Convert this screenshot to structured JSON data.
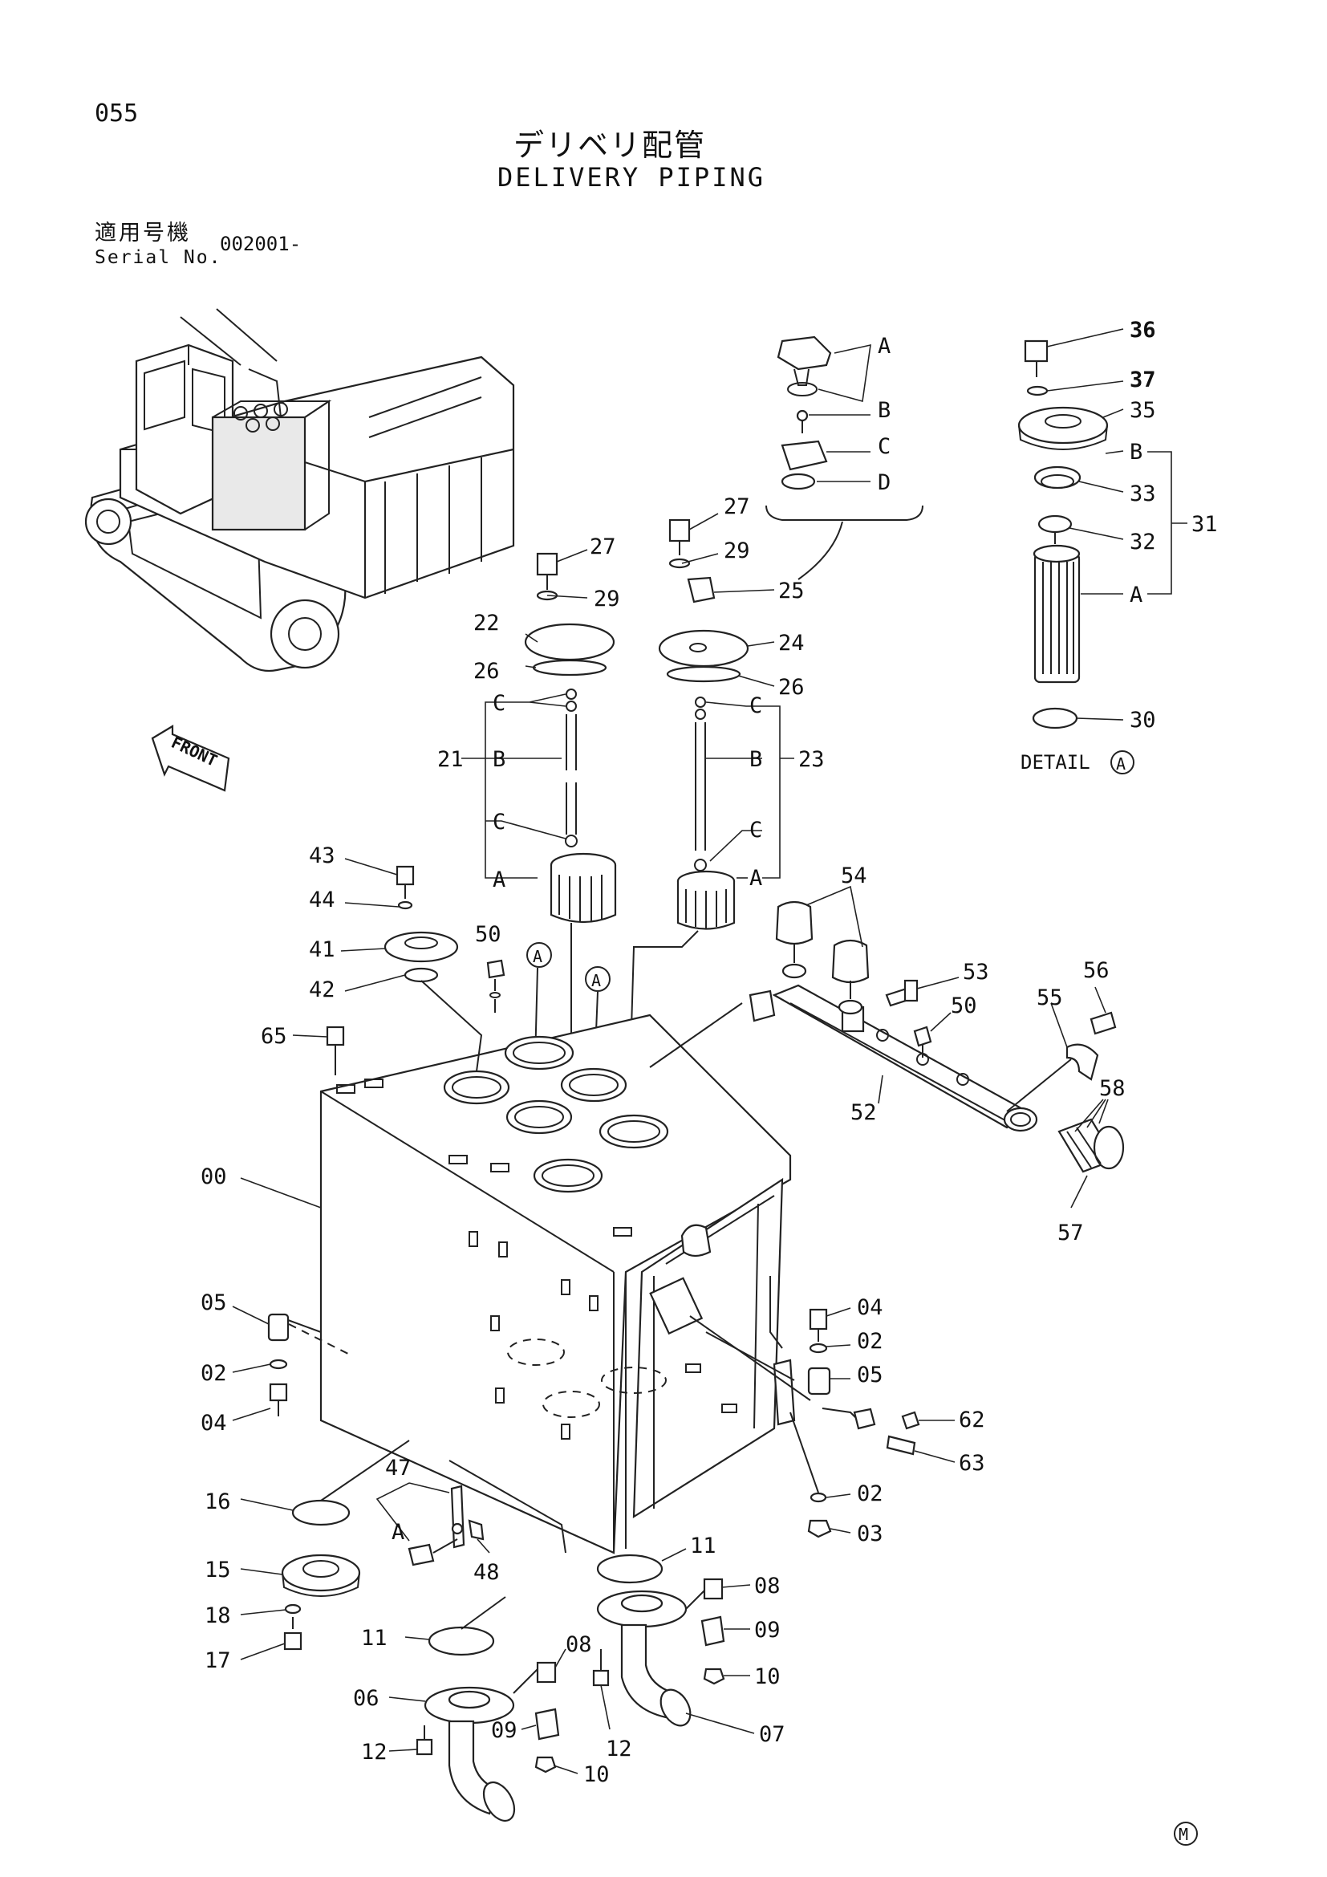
{
  "page": {
    "number": "055"
  },
  "title": {
    "japanese": "デリベリ配管",
    "english": "DELIVERY PIPING"
  },
  "serial": {
    "label_jp": "適用号機",
    "label_en": "Serial No.",
    "value": "002001-"
  },
  "front_label": "FRONT",
  "detail_label": "DETAIL",
  "detail_ref": "A",
  "logo_mark": "M",
  "callouts": {
    "c36": "36",
    "c37": "37",
    "c35": "35",
    "c31_B": "B",
    "c33": "33",
    "c31": "31",
    "c32": "32",
    "c31_A": "A",
    "c30": "30",
    "dA": "A",
    "dB": "B",
    "dC": "C",
    "dD": "D",
    "c27a": "27",
    "c29a": "29",
    "c22": "22",
    "c26a": "26",
    "c27b": "27",
    "c29b": "29",
    "c25": "25",
    "c24": "24",
    "c26b": "26",
    "c21": "21",
    "c21_B": "B",
    "c21_C1": "C",
    "c21_C2": "C",
    "c21_A": "A",
    "c23": "23",
    "c23_B": "B",
    "c23_C1": "C",
    "c23_C2": "C",
    "c23_A": "A",
    "refA1": "A",
    "refA2": "A",
    "c43": "43",
    "c44": "44",
    "c41": "41",
    "c42": "42",
    "c50a": "50",
    "c65": "65",
    "c54": "54",
    "c53": "53",
    "c50b": "50",
    "c55": "55",
    "c56": "56",
    "c52": "52",
    "c58": "58",
    "c57": "57",
    "c00": "00",
    "c05a": "05",
    "c02a": "02",
    "c04a": "04",
    "c04b": "04",
    "c02b": "02",
    "c05b": "05",
    "c62": "62",
    "c63": "63",
    "c02c": "02",
    "c03": "03",
    "c16": "16",
    "c47": "47",
    "c47_A": "A",
    "c48": "48",
    "c15": "15",
    "c18": "18",
    "c17": "17",
    "c11a": "11",
    "c11b": "11",
    "c06": "06",
    "c12a": "12",
    "c08a": "08",
    "c09a": "09",
    "c10a": "10",
    "c12b": "12",
    "c08b": "08",
    "c09b": "09",
    "c10b": "10",
    "c07": "07"
  }
}
